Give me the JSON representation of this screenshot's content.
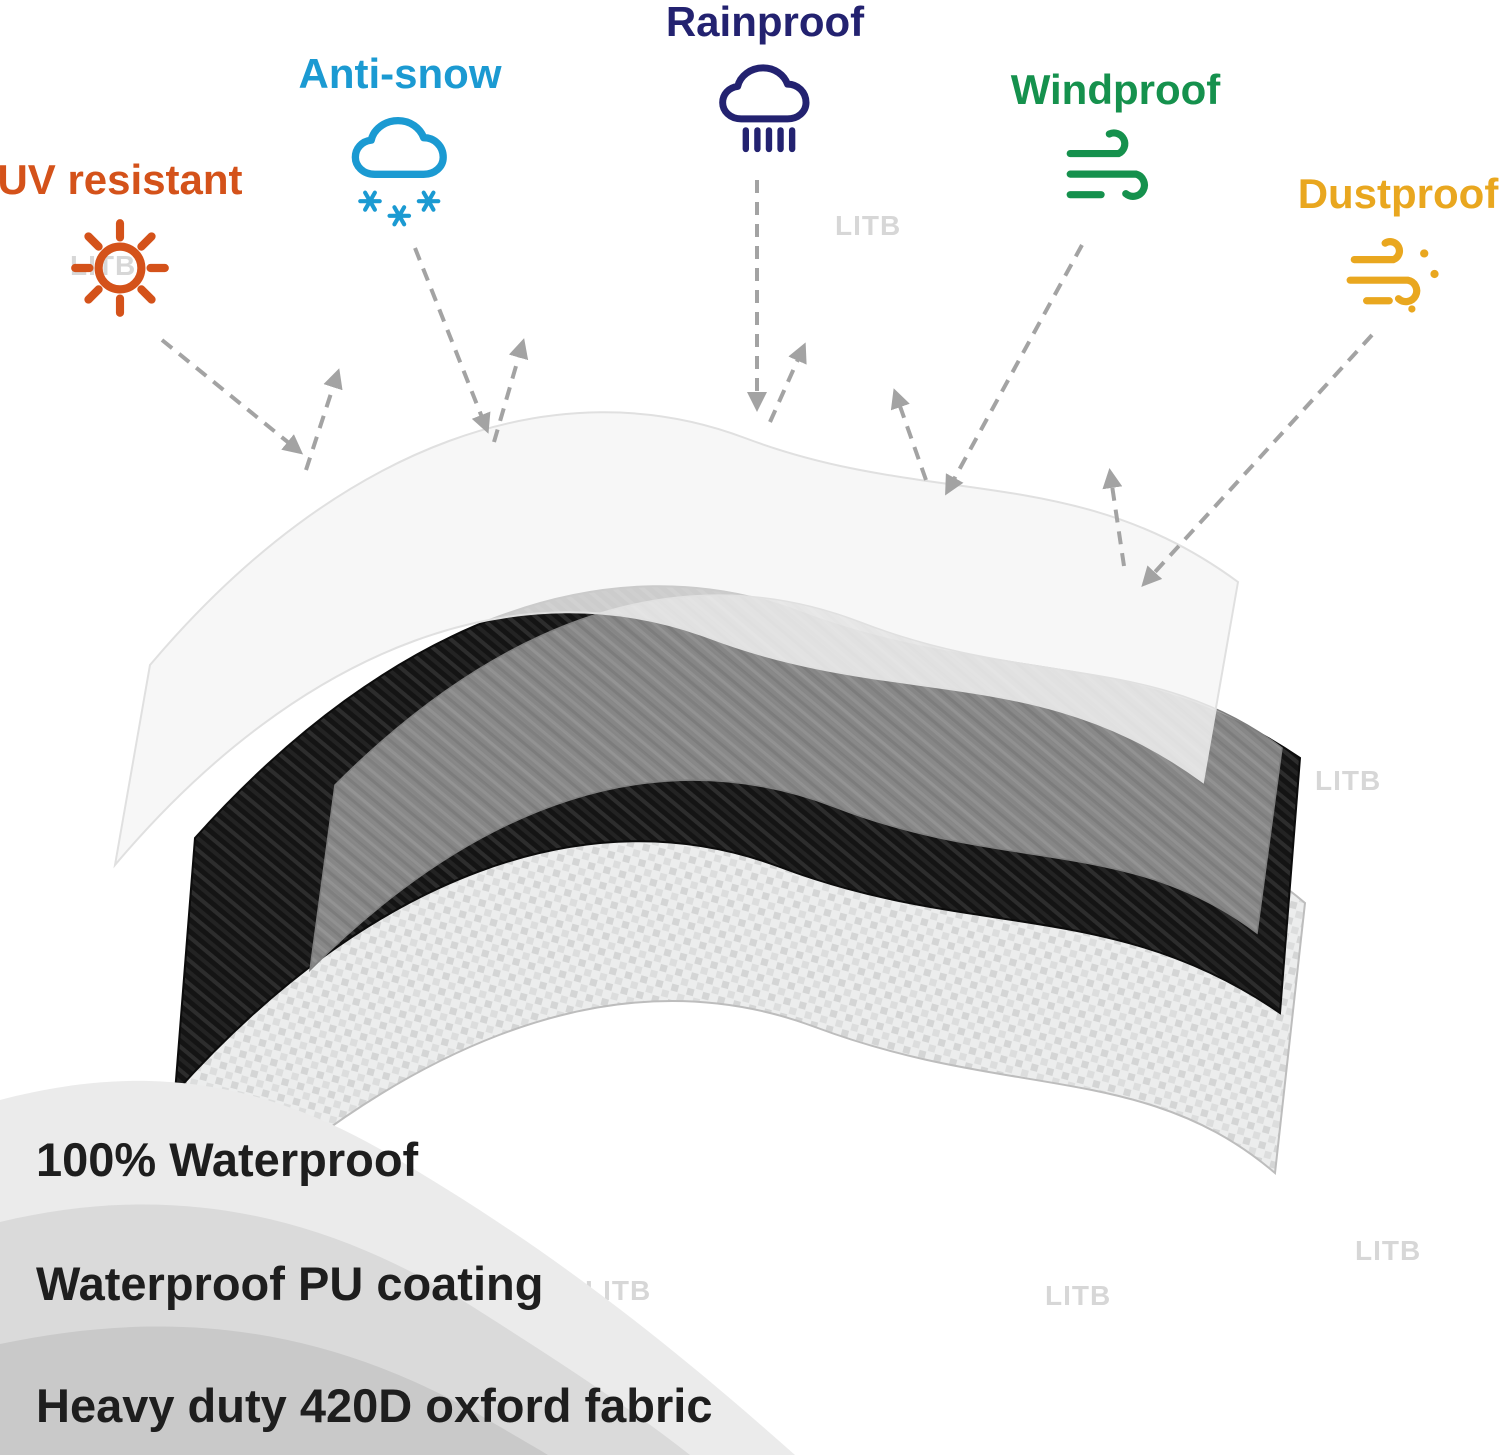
{
  "canvas": {
    "background": "#ffffff"
  },
  "watermark": {
    "text": "LITB"
  },
  "features": [
    {
      "label": "UV resistant",
      "color": "#d4521a",
      "icon": "sun-icon"
    },
    {
      "label": "Anti-snow",
      "color": "#1b9ad2",
      "icon": "snow-cloud-icon"
    },
    {
      "label": "Rainproof",
      "color": "#232270",
      "icon": "rain-cloud-icon"
    },
    {
      "label": "Windproof",
      "color": "#15914d",
      "icon": "wind-icon"
    },
    {
      "label": "Dustproof",
      "color": "#e9a71f",
      "icon": "dust-wind-icon"
    }
  ],
  "specs": [
    {
      "text": "100% Waterproof"
    },
    {
      "text": "Waterproof PU coating"
    },
    {
      "text": "Heavy duty 420D oxford fabric"
    }
  ],
  "layers": [
    {
      "name": "translucent-cover-layer",
      "color": "#f5f5f5"
    },
    {
      "name": "pu-coating-layer",
      "color": "#949494"
    },
    {
      "name": "carbon-black-layer",
      "color": "#141414"
    },
    {
      "name": "oxford-fabric-layer",
      "color": "#eceded"
    }
  ],
  "arrow_color": "#a3a3a3"
}
